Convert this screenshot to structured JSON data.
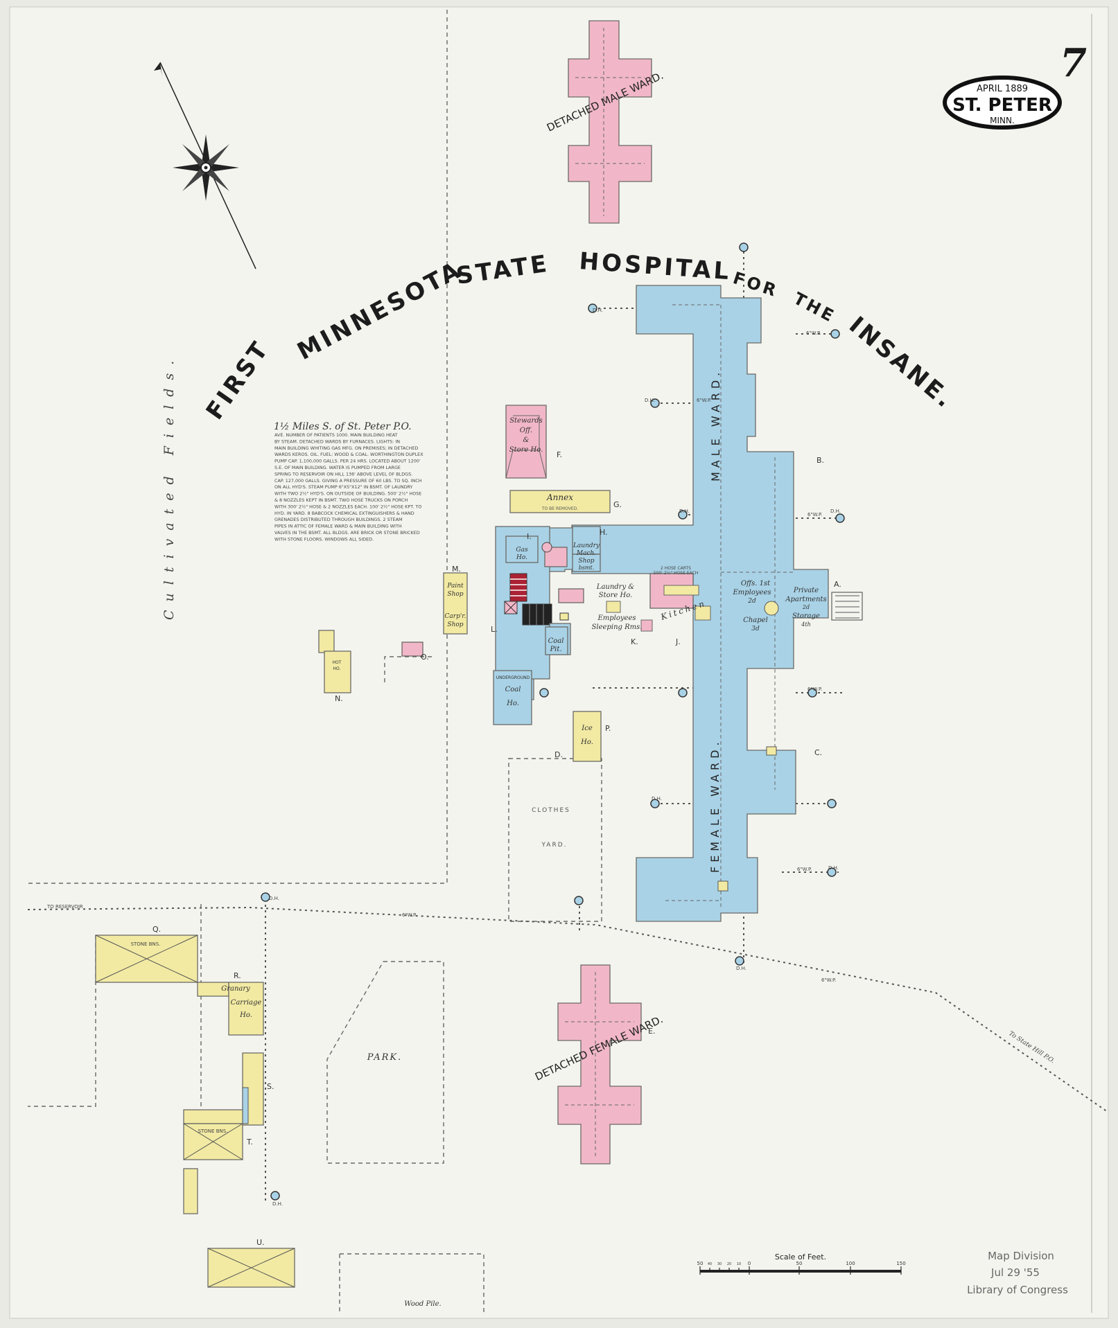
{
  "page_number": "7",
  "seal": {
    "line1": "APRIL 1889",
    "line2": "ST. PETER",
    "line3": "MINN."
  },
  "main_title": {
    "w1": "FIRST",
    "w2": "MINNESOTA",
    "w3": "STATE",
    "w4": "HOSPITAL",
    "w5": "FOR",
    "w6": "THE",
    "w7": "INSANE."
  },
  "side_label": "Cultivated Fields.",
  "notes": {
    "heading": "1½ Miles S. of St. Peter P.O.",
    "lines": [
      "AVE. NUMBER OF PATIENTS 1000. MAIN BUILDING HEAT",
      "BY STEAM. DETACHED WARDS BY FURNACES. LIGHTS: IN",
      "MAIN BUILDING WHITING GAS MFG. ON PREMISES; IN DETACHED",
      "WARDS KEROS. OIL. FUEL: WOOD & COAL. WORTHINGTON DUPLEX",
      "PUMP CAP. 1,100,000 GALLS. PER 24 HRS. LOCATED ABOUT 1200'",
      "S.E. OF MAIN BUILDING. WATER IS PUMPED FROM LARGE",
      "SPRING TO RESERVOIR ON HILL 136' ABOVE LEVEL OF BLDGS.",
      "CAP. 127,000 GALLS. GIVING A PRESSURE OF 60 LBS. TO SQ. INCH",
      "ON ALL HYD'S. STEAM PUMP 6\"X5\"X12\" IN BSMT. OF LAUNDRY",
      "WITH TWO 2½\" HYD'S. ON OUTSIDE OF BUILDING. 500' 2½\" HOSE",
      "& 8 NOZZLES KEPT IN BSMT. TWO HOSE TRUCKS ON PORCH",
      "WITH 300' 2½\" HOSE & 2 NOZZLES EACH. 100' 2½\" HOSE KPT. TO",
      "HYD. IN YARD. 8 BABCOCK CHEMICAL EXTINGUISHERS & HAND",
      "GRENADES DISTRIBUTED THROUGH BUILDINGS. 2 STEAM",
      "PIPES IN ATTIC OF FEMALE WARD & MAIN BUILDING WITH",
      "VALVES IN THE BSMT. ALL BLDGS. ARE BRICK OR STONE BRICKED",
      "WITH STONE FLOORS. WINDOWS ALL SIDED."
    ]
  },
  "buildings": {
    "detached_male_ward": "DETACHED MALE WARD.",
    "detached_female_ward": "DETACHED FEMALE WARD.",
    "male_ward": "MALE WARD.",
    "female_ward": "FEMALE WARD.",
    "stewards": [
      "Stewards",
      "Off.",
      "&",
      "Store Ho."
    ],
    "annex": "Annex",
    "annex_note": "TO BE REMOVED.",
    "gas_ho": [
      "Gas",
      "Ho."
    ],
    "laundry_mach": [
      "Laundry",
      "Mach.",
      "Shop",
      "bsmt."
    ],
    "paint_shop": [
      "Paint",
      "Shop",
      "Carp'r.",
      "Shop"
    ],
    "laundry_store": [
      "Laundry &",
      "Store Ho."
    ],
    "employees_sleeping": [
      "Employees",
      "Sleeping Rms."
    ],
    "kitchen": "Kitchen",
    "offices": [
      "Offs. 1st",
      "Employees",
      "2d"
    ],
    "chapel": [
      "Chapel",
      "3d"
    ],
    "private_apts": [
      "Private",
      "Apartments",
      "2d",
      "Storage",
      "4th"
    ],
    "coal_pit": [
      "Coal",
      "Pit."
    ],
    "underground_coal": [
      "UNDERGROUND",
      "Coal",
      "Ho."
    ],
    "ice_ho": [
      "Ice",
      "Ho."
    ],
    "hot_ho": [
      "HOT",
      "HO."
    ],
    "clothes_yard": [
      "CLOTHES",
      "YARD."
    ],
    "stone_bns": "STONE BNS.",
    "granary": [
      "Granary",
      "Carriage",
      "Ho."
    ],
    "park": "PARK.",
    "wood_pile": "Wood Pile.",
    "hose_carts": [
      "2 HOSE CARTS",
      "500' 2½\" HOSE EACH"
    ]
  },
  "letters": [
    "A.",
    "B.",
    "C.",
    "D.",
    "E.",
    "F.",
    "G.",
    "H.",
    "I.",
    "J.",
    "K.",
    "L.",
    "M.",
    "N.",
    "O.",
    "P.",
    "Q.",
    "R.",
    "S.",
    "T.",
    "U."
  ],
  "hydrant_labels": [
    "D.H.",
    "6\"W.P."
  ],
  "road_labels": [
    "TO RESERVOIR",
    "To State Hill P.O."
  ],
  "scale": {
    "title": "Scale of Feet.",
    "ticks": [
      "50",
      "40",
      "30",
      "20",
      "10",
      "0",
      "50",
      "100",
      "150"
    ]
  },
  "stamp": {
    "line1": "Map Division",
    "line2": "Jul 29 '55",
    "line3": "Library of Congress"
  },
  "colors": {
    "brick": "#f1b7c8",
    "stone": "#a9d2e6",
    "frame": "#f2eaa3",
    "paper": "#f4f4ef"
  }
}
